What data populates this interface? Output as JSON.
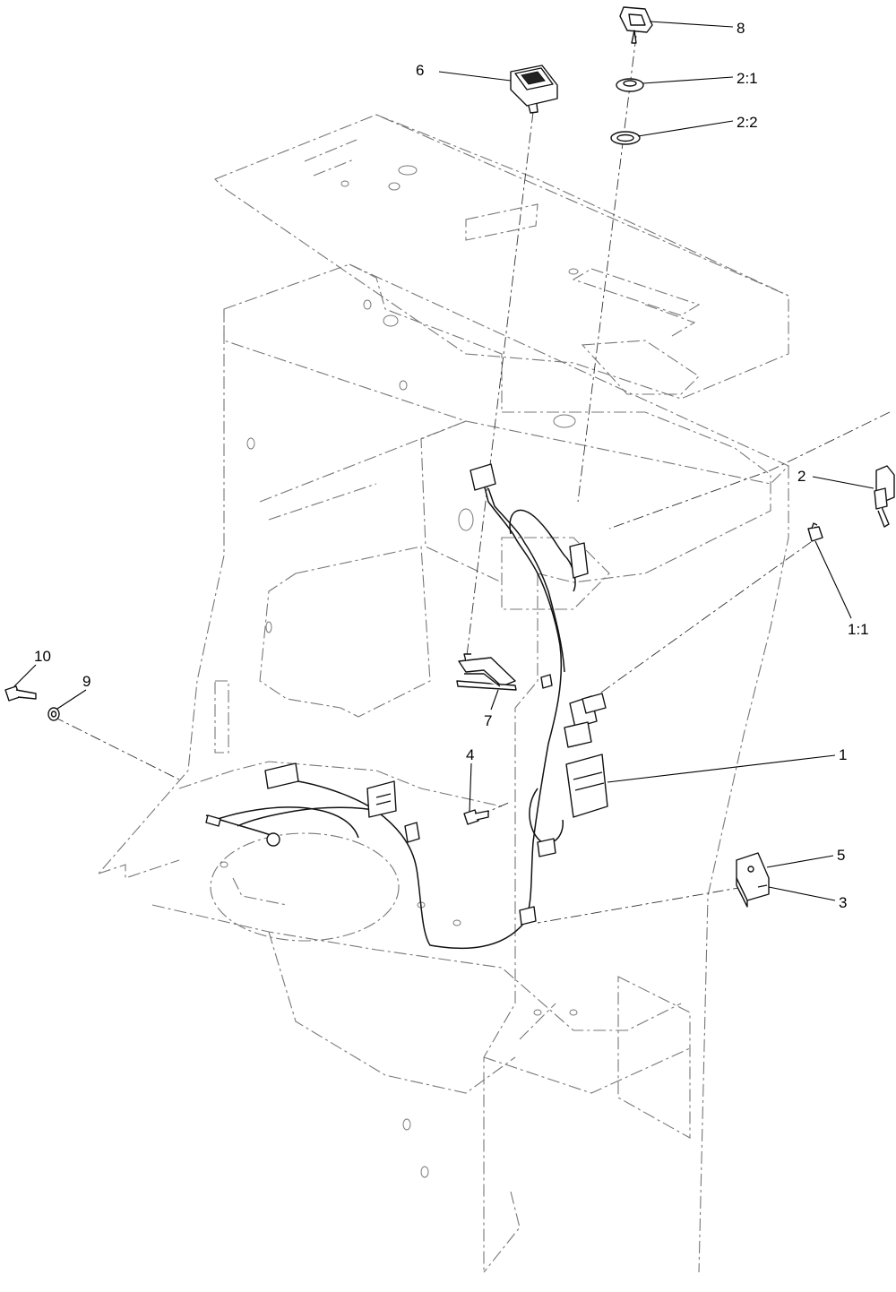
{
  "callouts": {
    "c8": "8",
    "c6": "6",
    "c2_1": "2:1",
    "c2_2": "2:2",
    "c2": "2",
    "c1_1": "1:1",
    "c10": "10",
    "c9": "9",
    "c7": "7",
    "c4": "4",
    "c1": "1",
    "c5": "5",
    "c3": "3"
  }
}
